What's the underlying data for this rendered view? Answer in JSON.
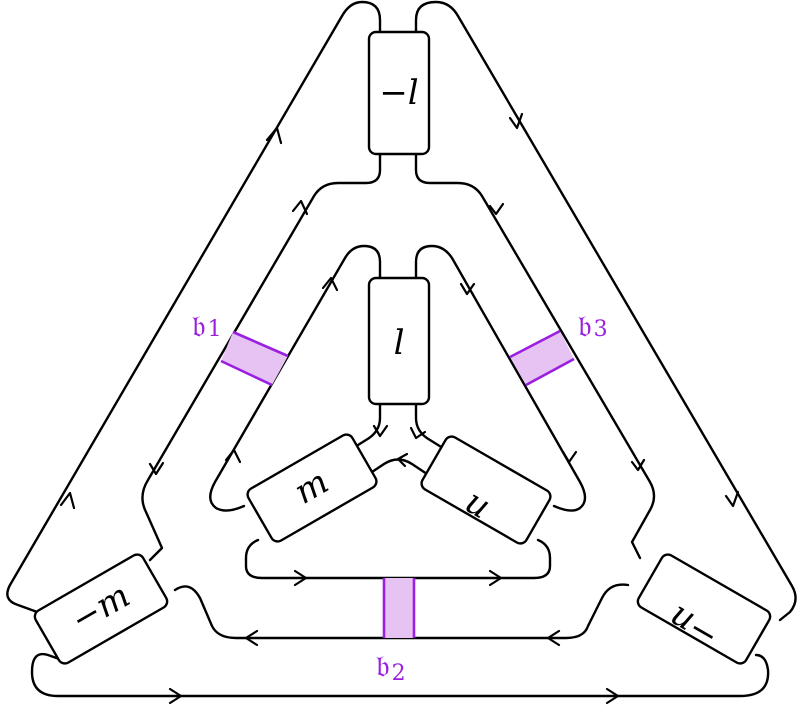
{
  "colors": {
    "strand": "#000000",
    "band_fill": "#e6c3f3",
    "band_stroke": "#9a1fe0"
  },
  "coupons": {
    "top_outer": "−l",
    "top_inner": "l",
    "left_inner": "m",
    "right_inner": "n",
    "left_outer": "−m",
    "right_outer": "−n"
  },
  "bands": {
    "b1": {
      "main": "𝔟",
      "sub": "1"
    },
    "b2": {
      "main": "𝔟",
      "sub": "2"
    },
    "b3": {
      "main": "𝔟",
      "sub": "3"
    }
  }
}
